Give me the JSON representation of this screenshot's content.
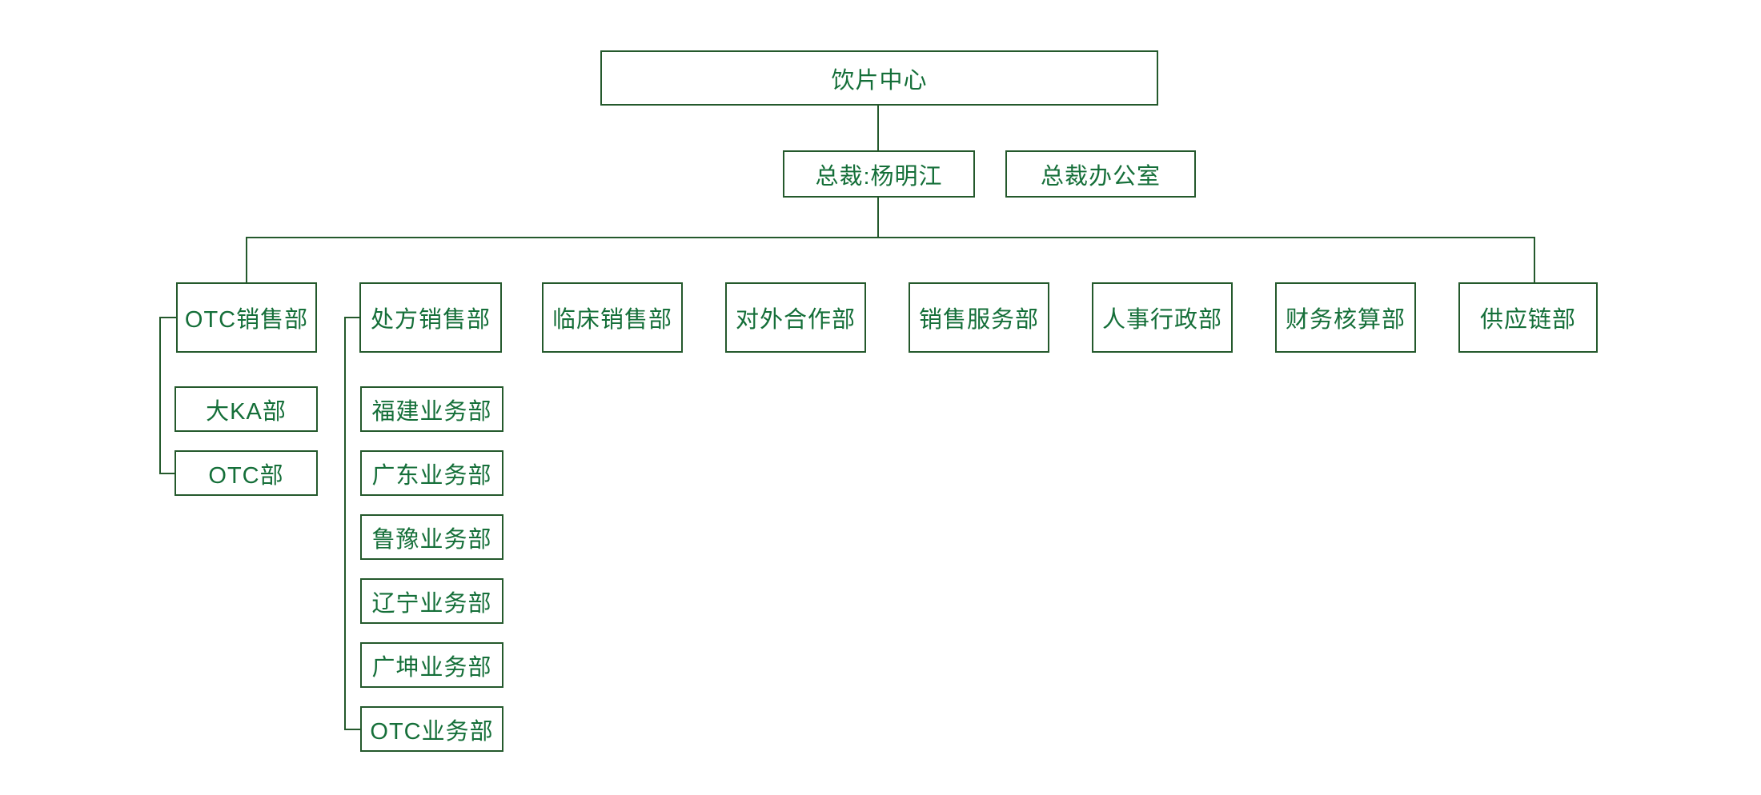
{
  "colors": {
    "connector": "#24592c",
    "node_border": "#24592c",
    "node_text": "#156f39",
    "background": "#ffffff"
  },
  "chart": {
    "root": {
      "label": "饮片中心"
    },
    "president": {
      "label": "总裁:杨明江"
    },
    "president_office": {
      "label": "总裁办公室"
    },
    "departments": [
      {
        "label": "OTC销售部",
        "children": [
          "大KA部",
          "OTC部"
        ]
      },
      {
        "label": "处方销售部",
        "children": [
          "福建业务部",
          "广东业务部",
          "鲁豫业务部",
          "辽宁业务部",
          "广坤业务部",
          "OTC业务部"
        ]
      },
      {
        "label": "临床销售部",
        "children": []
      },
      {
        "label": "对外合作部",
        "children": []
      },
      {
        "label": "销售服务部",
        "children": []
      },
      {
        "label": "人事行政部",
        "children": []
      },
      {
        "label": "财务核算部",
        "children": []
      },
      {
        "label": "供应链部",
        "children": []
      }
    ]
  }
}
